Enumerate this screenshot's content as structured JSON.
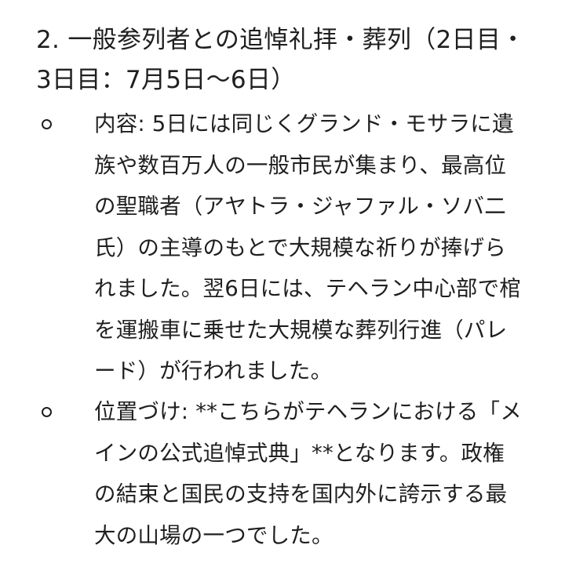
{
  "section": {
    "heading": "2. 一般参列者との追悼礼拝・葬列（2日目・3日目：7月5日〜6日）"
  },
  "items": [
    {
      "text": "内容: 5日には同じくグランド・モサラに遺族や数百万人の一般市民が集まり、最高位の聖職者（アヤトラ・ジャファル・ソバ二氏）の主導のもとで大規模な祈りが捧げられました。翌6日には、テヘラン中心部で棺を運搬車に乗せた大規模な葬列行進（パレード）が行われました。"
    },
    {
      "text": "位置づけ: **こちらがテヘランにおける「メインの公式追悼式典」**となります。政権の結束と国民の支持を国内外に誇示する最大の山場の一つでした。"
    }
  ]
}
